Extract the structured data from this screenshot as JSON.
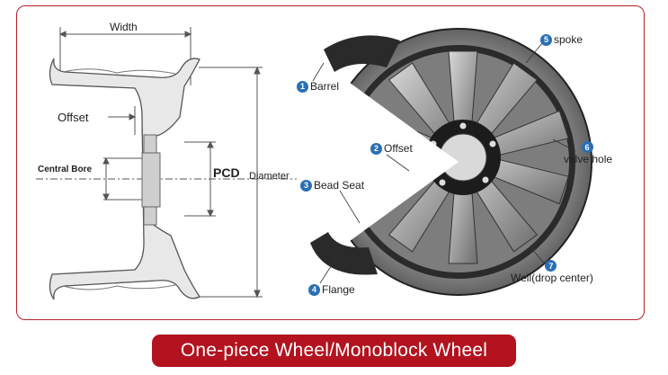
{
  "caption": "One-piece Wheel/Monoblock Wheel",
  "section": {
    "width": "Width",
    "offset": "Offset",
    "central_bore": "Central Bore",
    "pcd": "PCD",
    "diameter": "Diameter"
  },
  "parts": [
    {
      "num": "1",
      "label": "Barrel"
    },
    {
      "num": "2",
      "label": "Offset"
    },
    {
      "num": "3",
      "label": "Bead Seat"
    },
    {
      "num": "4",
      "label": "Flange"
    },
    {
      "num": "5",
      "label": "spoke"
    },
    {
      "num": "6",
      "label": "valve hole"
    },
    {
      "num": "7",
      "label": "Well(drop center)"
    }
  ],
  "colors": {
    "accent": "#b3121f",
    "badge": "#2a6fb5"
  }
}
